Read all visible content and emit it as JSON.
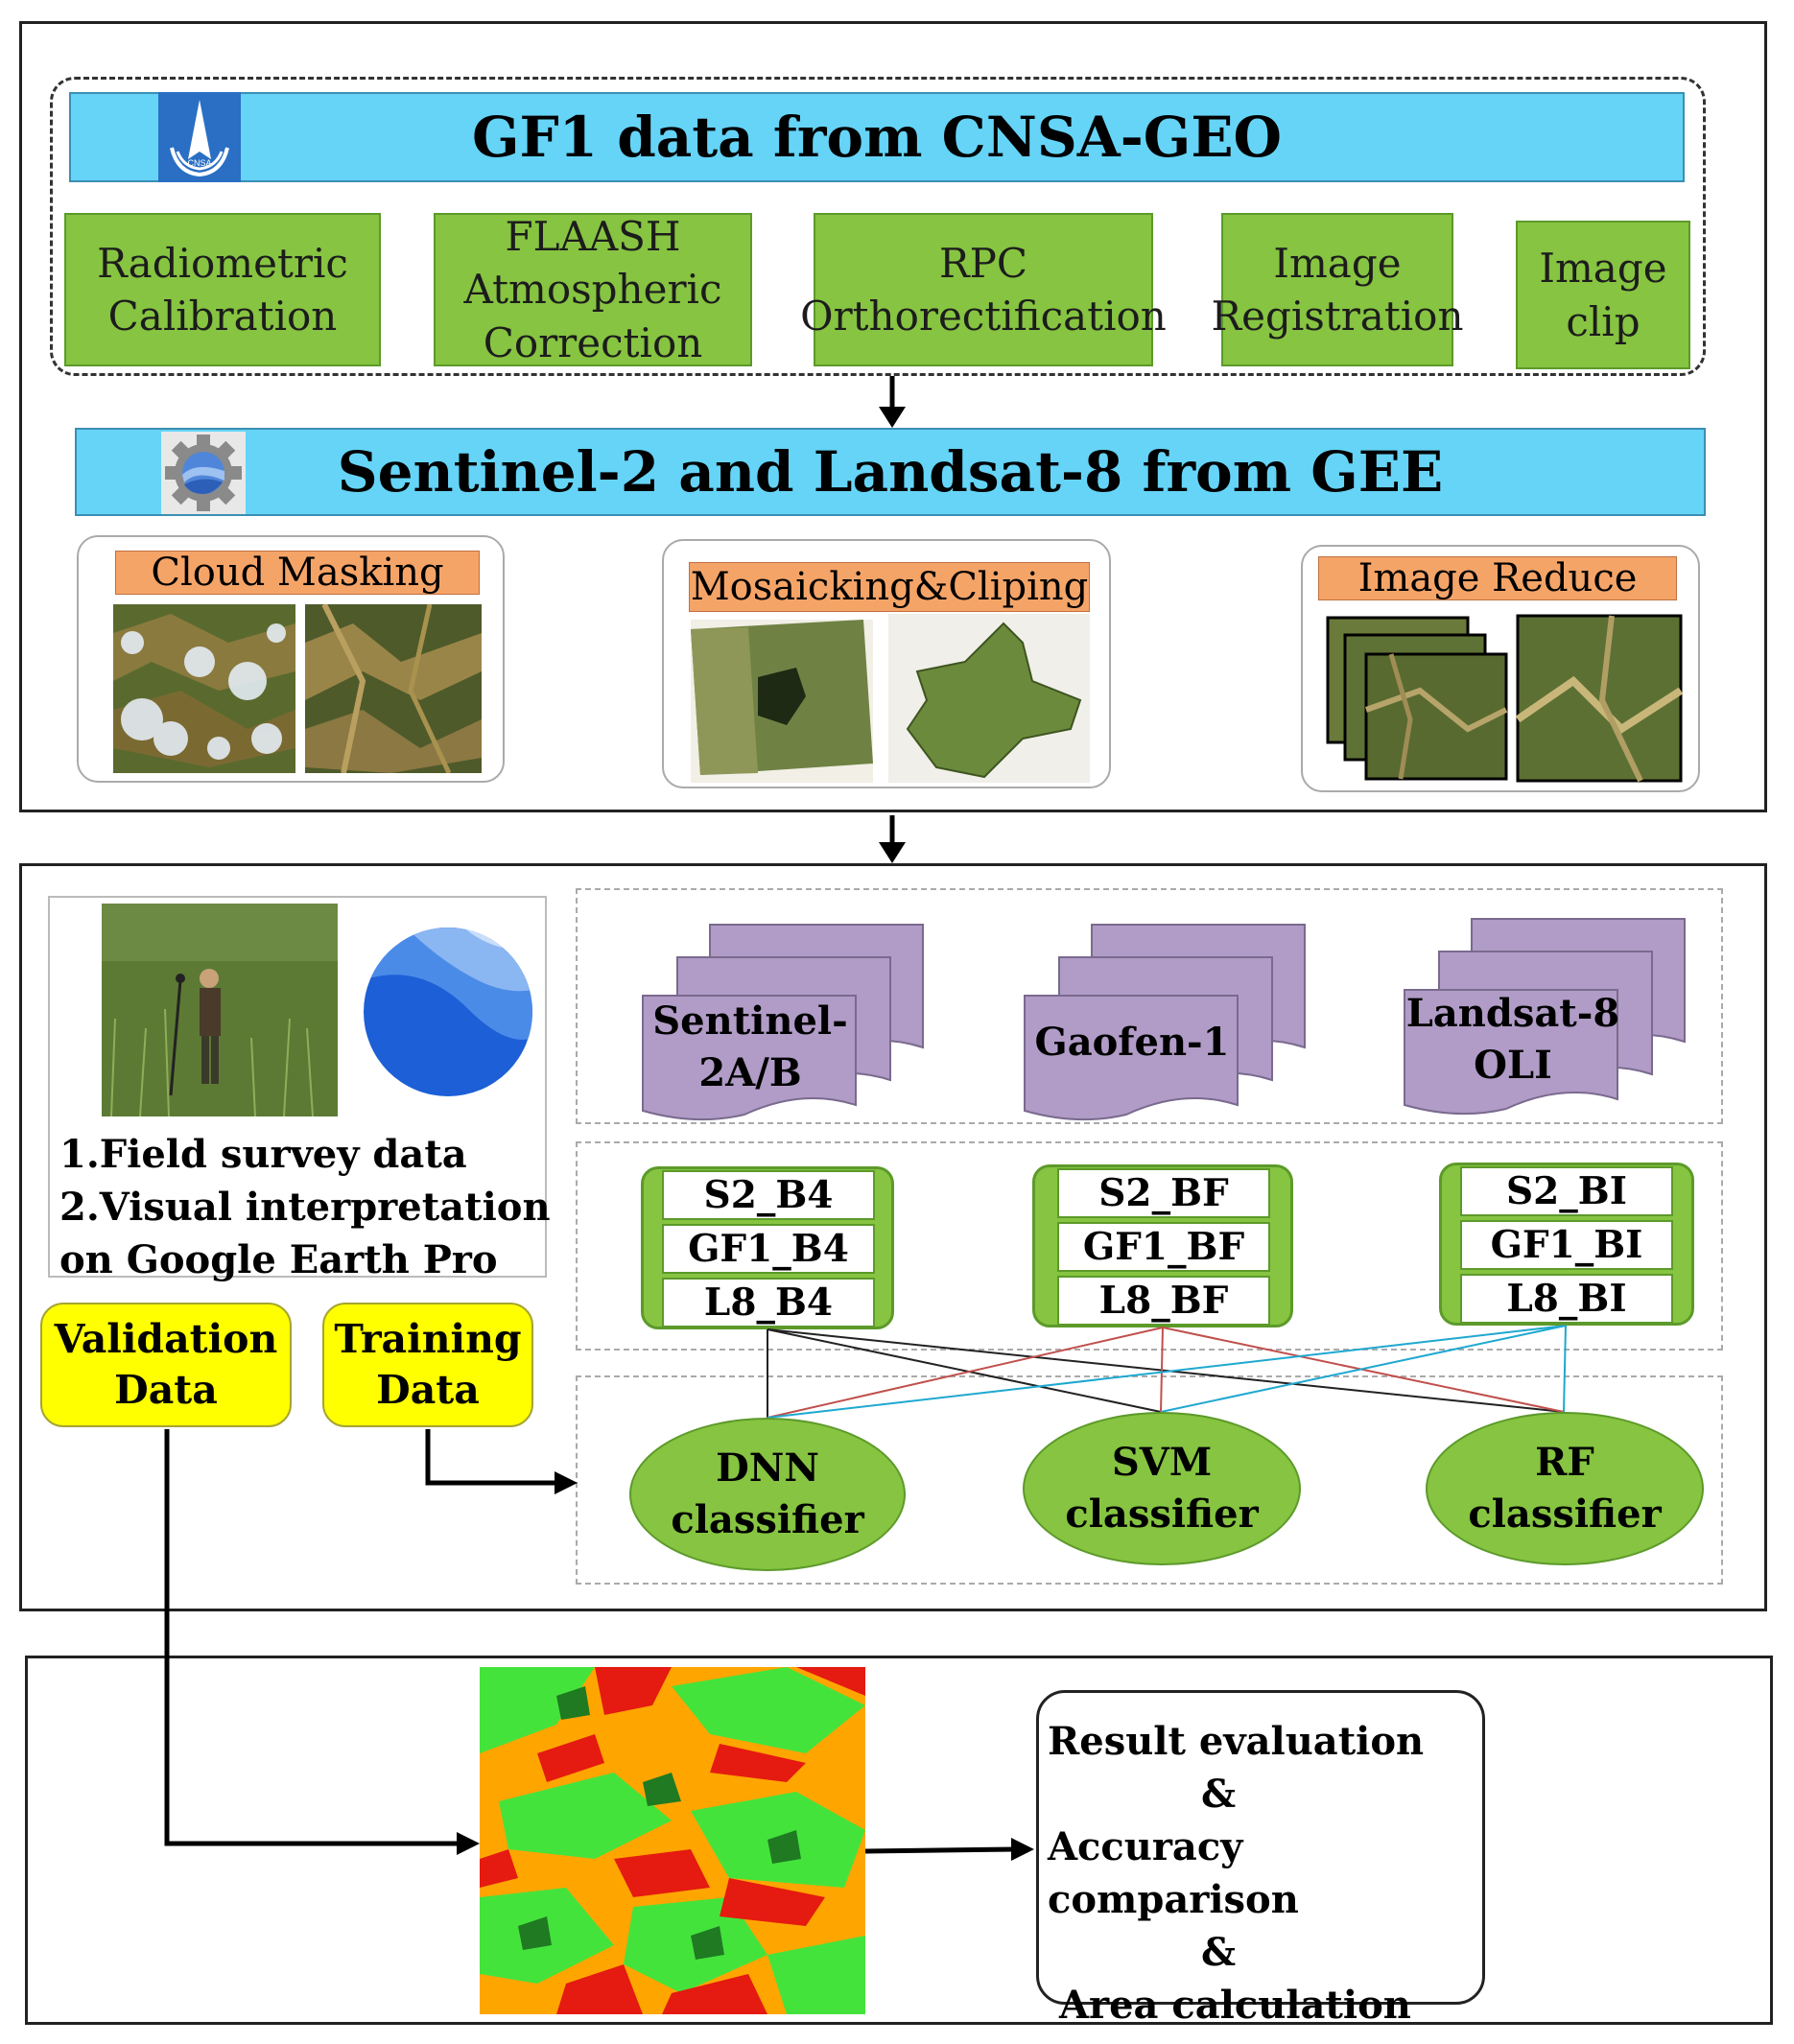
{
  "top": {
    "gf1_header": "GF1 data from CNSA-GEO",
    "steps": [
      [
        "Radiometric",
        "Calibration"
      ],
      [
        "FLAASH",
        "Atmospheric",
        "Correction"
      ],
      [
        "RPC",
        "Orthorectification"
      ],
      [
        "Image",
        "Registration"
      ],
      [
        "Image",
        "clip"
      ]
    ],
    "gee_header": "Sentinel-2 and Landsat-8 from GEE",
    "cloud_label": "Cloud Masking",
    "mosaic_label": "Mosaicking&Cliping",
    "reduce_label": "Image Reduce"
  },
  "middle": {
    "survey_lines": [
      "1.Field survey data",
      "2.Visual interpretation",
      "on Google Earth Pro"
    ],
    "validation": [
      "Validation",
      "Data"
    ],
    "training": [
      "Training",
      "Data"
    ],
    "sources": [
      [
        "Sentinel-",
        "2A/B"
      ],
      [
        "Gaofen-1"
      ],
      [
        "Landsat-8",
        "OLI"
      ]
    ],
    "feature_groups": [
      [
        "S2_B4",
        "GF1_B4",
        "L8_B4"
      ],
      [
        "S2_BF",
        "GF1_BF",
        "L8_BF"
      ],
      [
        "S2_BI",
        "GF1_BI",
        "L8_BI"
      ]
    ],
    "classifiers": [
      [
        "DNN",
        "classifier"
      ],
      [
        "SVM",
        "classifier"
      ],
      [
        "RF",
        "classifier"
      ]
    ]
  },
  "bottom": {
    "result_lines": [
      "Result evaluation",
      "&",
      "Accuracy comparison",
      "&",
      "Area calculation"
    ]
  },
  "colors": {
    "header_blue": "#65d4f7",
    "box_green": "#86c441",
    "label_orange": "#f5a468",
    "doc_purple": "#b09cc6",
    "data_yellow": "#ffff00",
    "line_dnn": "#222222",
    "line_svm": "#c0504d",
    "line_rf": "#1fa8d0"
  }
}
